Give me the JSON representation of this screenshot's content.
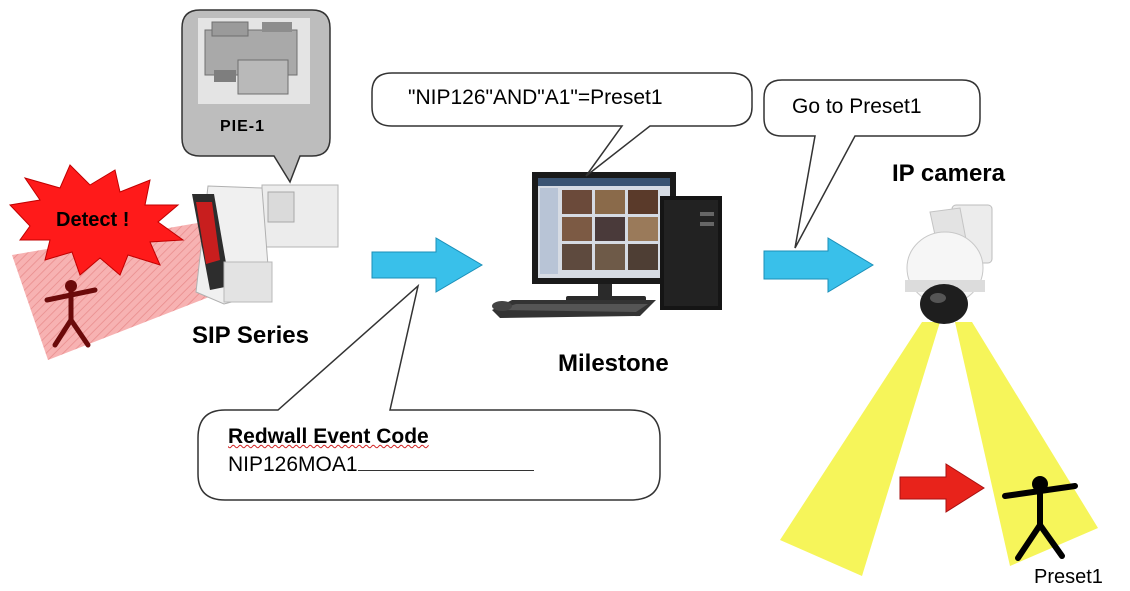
{
  "labels": {
    "sip_series": "SIP Series",
    "milestone": "Milestone",
    "ip_camera": "IP camera",
    "preset1": "Preset1",
    "detect": "Detect !",
    "pie1": "PIE-1"
  },
  "bubbles": {
    "condition": "\"NIP126\"AND\"A1\"=Preset1",
    "goto": "Go to Preset1",
    "event_code_title": "Redwall Event Code",
    "event_code_value": "NIP126MOA1"
  },
  "colors": {
    "arrow_blue": "#39c0ea",
    "arrow_red": "#e8231b",
    "beam_yellow": "#f6f55a",
    "detect_red": "#ff1a1a",
    "zone_pink": "#f5a0a0",
    "bubble_grey": "#bdbdbd"
  },
  "icons": [
    "sensor-icon",
    "computer-icon",
    "dome-camera-icon",
    "person-icon",
    "starburst-icon",
    "controller-module-icon"
  ]
}
